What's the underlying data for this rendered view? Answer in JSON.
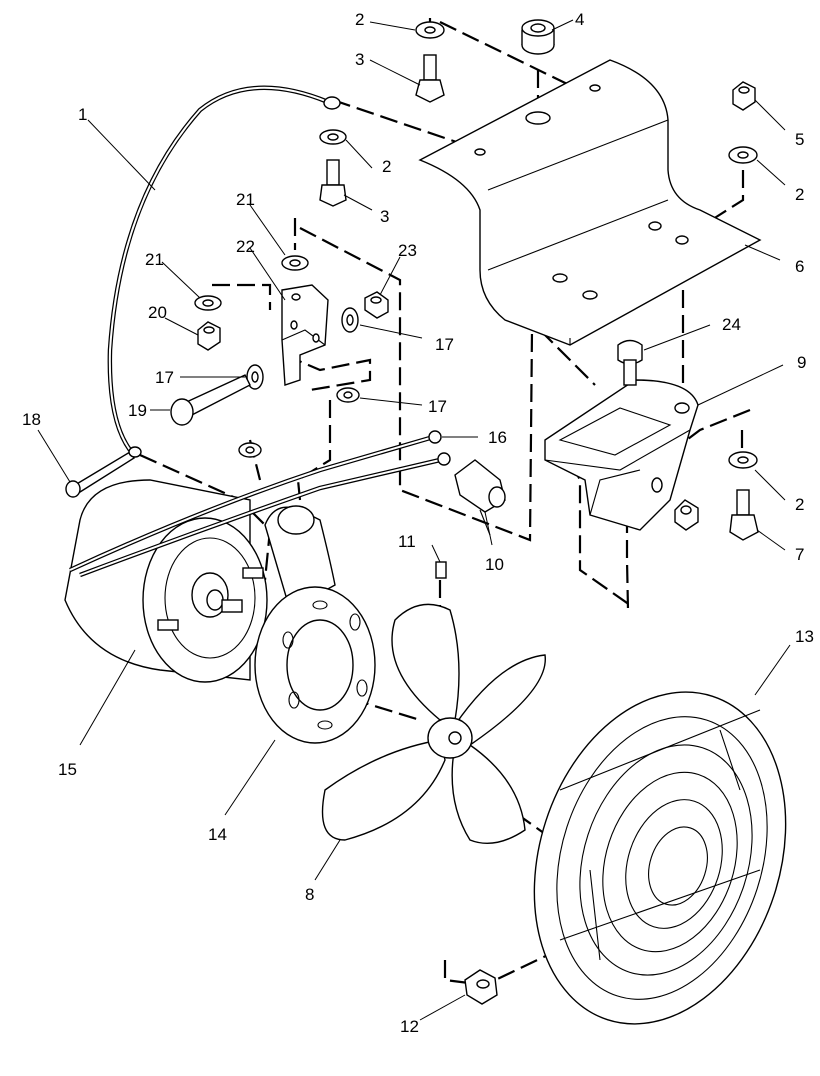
{
  "callouts": [
    {
      "id": "1",
      "text": "1"
    },
    {
      "id": "2a",
      "text": "2"
    },
    {
      "id": "2b",
      "text": "2"
    },
    {
      "id": "2c",
      "text": "2"
    },
    {
      "id": "2d",
      "text": "2"
    },
    {
      "id": "3a",
      "text": "3"
    },
    {
      "id": "3b",
      "text": "3"
    },
    {
      "id": "4",
      "text": "4"
    },
    {
      "id": "5",
      "text": "5"
    },
    {
      "id": "6",
      "text": "6"
    },
    {
      "id": "7",
      "text": "7"
    },
    {
      "id": "8",
      "text": "8"
    },
    {
      "id": "9",
      "text": "9"
    },
    {
      "id": "10",
      "text": "10"
    },
    {
      "id": "11",
      "text": "11"
    },
    {
      "id": "12",
      "text": "12"
    },
    {
      "id": "13",
      "text": "13"
    },
    {
      "id": "14",
      "text": "14"
    },
    {
      "id": "15",
      "text": "15"
    },
    {
      "id": "16",
      "text": "16"
    },
    {
      "id": "17a",
      "text": "17"
    },
    {
      "id": "17b",
      "text": "17"
    },
    {
      "id": "17c",
      "text": "17"
    },
    {
      "id": "18",
      "text": "18"
    },
    {
      "id": "19",
      "text": "19"
    },
    {
      "id": "20",
      "text": "20"
    },
    {
      "id": "21a",
      "text": "21"
    },
    {
      "id": "21b",
      "text": "21"
    },
    {
      "id": "22",
      "text": "22"
    },
    {
      "id": "23",
      "text": "23"
    },
    {
      "id": "24",
      "text": "24"
    }
  ]
}
